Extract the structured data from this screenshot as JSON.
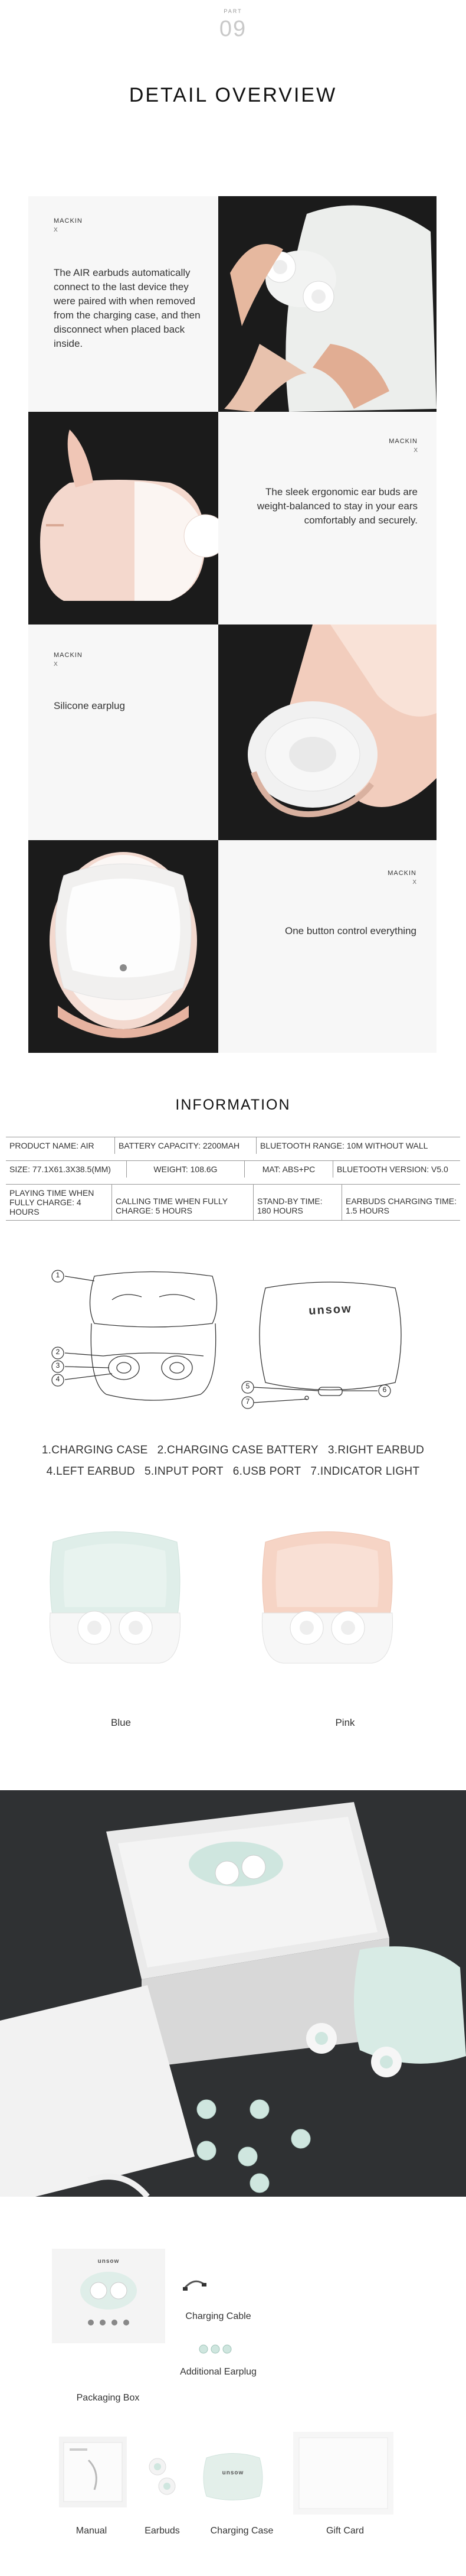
{
  "header": {
    "part_label": "PART",
    "part_number": "09",
    "title": "DETAIL OVERVIEW"
  },
  "tiles": [
    {
      "brand": "MACKIN",
      "mark": "X",
      "text": "The AIR earbuds automatically connect to the last device they were paired with when removed from the charging case, and then disconnect when placed back inside."
    },
    {
      "brand": "MACKIN",
      "mark": "X",
      "text": "The sleek ergonomic ear buds are weight-balanced to stay in your ears comfortably and securely."
    },
    {
      "brand": "MACKIN",
      "mark": "X",
      "text": "Silicone earplug"
    },
    {
      "brand": "MACKIN",
      "mark": "X",
      "text": "One button control everything"
    }
  ],
  "information": {
    "title": "INFORMATION",
    "rows": [
      [
        "PRODUCT NAME: AIR",
        "BATTERY CAPACITY: 2200MAH",
        "BLUETOOTH RANGE: 10M WITHOUT WALL"
      ],
      [
        "SIZE: 77.1X61.3X38.5(MM)",
        "WEIGHT: 108.6G",
        "MAT: ABS+PC",
        "BLUETOOTH VERSION: V5.0"
      ],
      [
        "PLAYING TIME WHEN FULLY CHARGE: 4 HOURS",
        "CALLING TIME WHEN FULLY CHARGE: 5 HOURS",
        "STAND-BY TIME: 180 HOURS",
        "EARBUDS CHARGING TIME: 1.5 HOURS"
      ]
    ]
  },
  "diagram": {
    "callouts": [
      "1",
      "2",
      "3",
      "4",
      "5",
      "6",
      "7"
    ],
    "case_logo": "unsow",
    "legend_line1": [
      "1.CHARGING CASE",
      "2.CHARGING CASE BATTERY",
      "3.RIGHT EARBUD"
    ],
    "legend_line2": [
      "4.LEFT EARBUD",
      "5.INPUT PORT",
      "6.USB PORT",
      "7.INDICATOR LIGHT"
    ]
  },
  "colors": {
    "options": [
      {
        "label": "Blue",
        "hex": "#dfeee9"
      },
      {
        "label": "Pink",
        "hex": "#f6d4c5"
      }
    ]
  },
  "package": {
    "case_logo": "unsow",
    "items": [
      "Packaging Box",
      "Charging Cable",
      "Additional Earplug",
      "Manual",
      "Earbuds",
      "Charging Case",
      "Gift Card"
    ]
  }
}
